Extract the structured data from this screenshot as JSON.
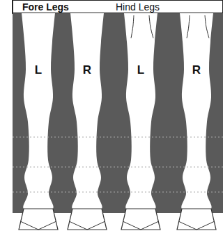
{
  "diagram": {
    "labels": [
      "Fore Legs",
      "Hind Legs",
      "L",
      "R",
      "L",
      "R"
    ]
  }
}
